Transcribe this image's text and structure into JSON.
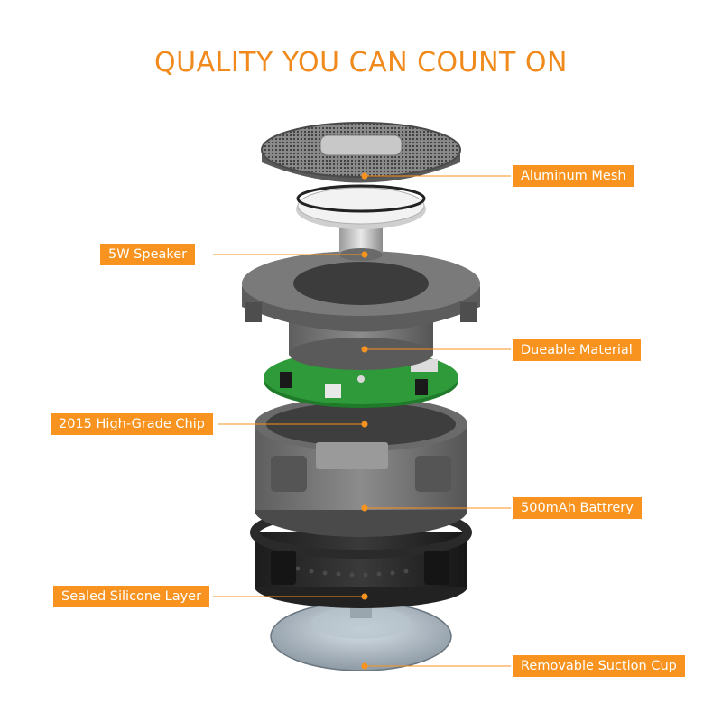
{
  "headline": "QUALITY YOU CAN COUNT ON",
  "accent_color": "#f7931e",
  "callouts": {
    "aluminum_mesh": "Aluminum Mesh",
    "speaker": "5W Speaker",
    "material": "Dueable Material",
    "chip": "2015 High-Grade Chip",
    "battery": "500mAh Battrery",
    "silicone": "Sealed Silicone Layer",
    "suction_cup": "Removable Suction Cup"
  }
}
